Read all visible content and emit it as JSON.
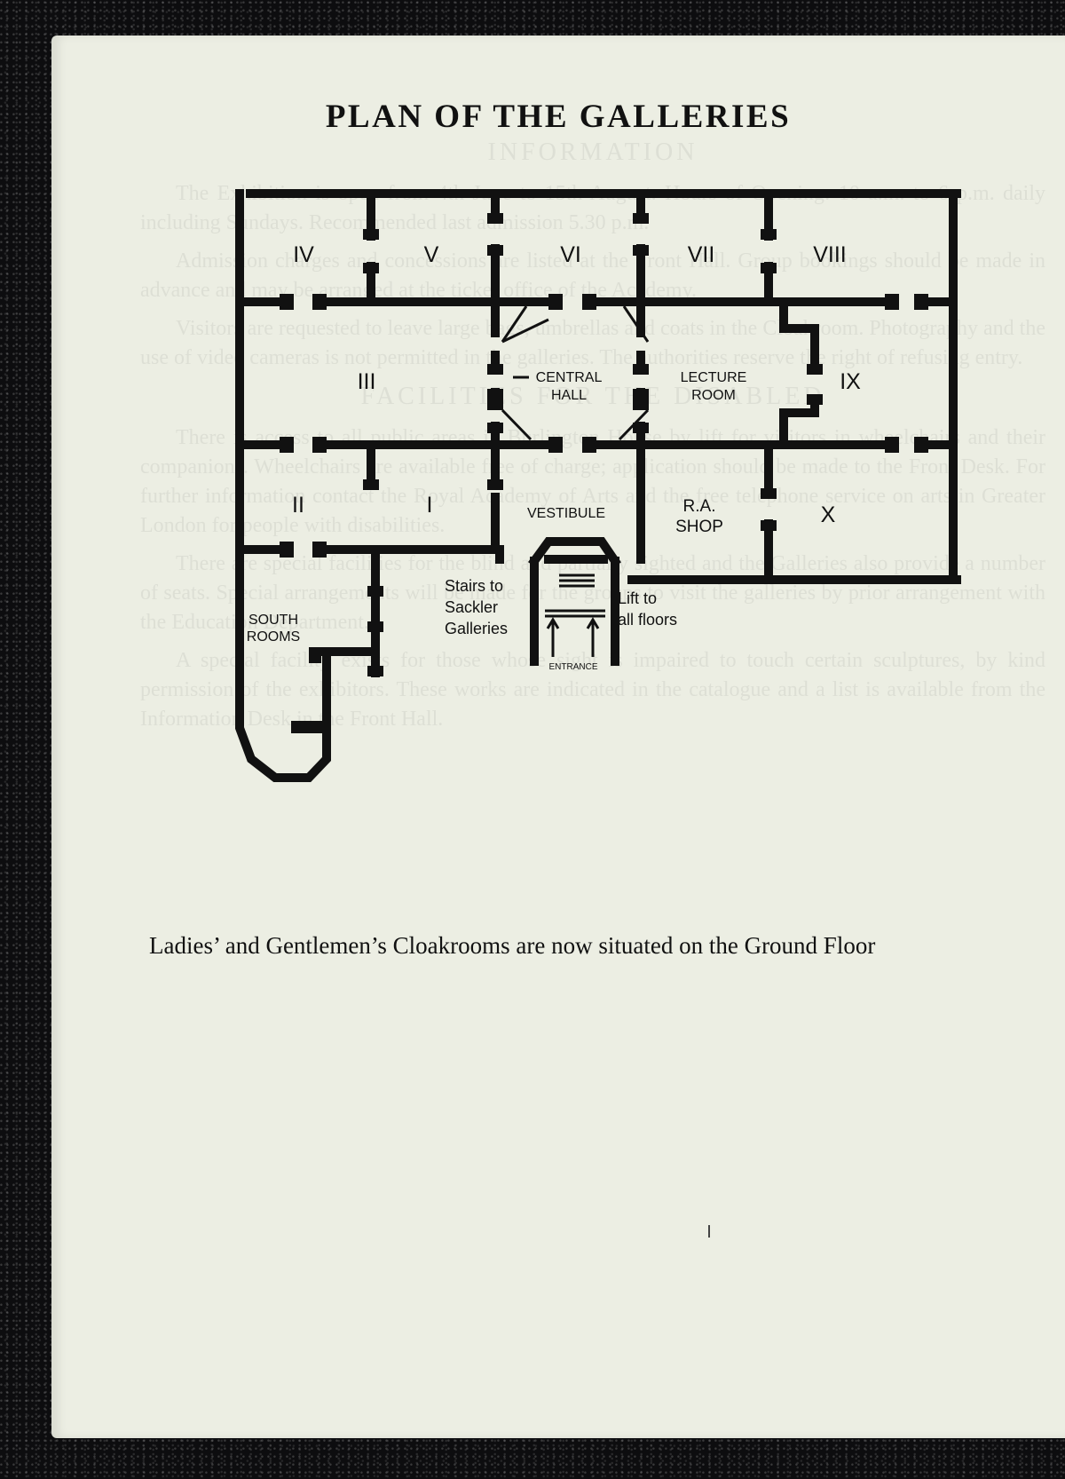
{
  "title": "PLAN OF THE GALLERIES",
  "plan": {
    "galleries": {
      "iv": "IV",
      "v": "V",
      "vi": "VI",
      "vii": "VII",
      "viii": "VIII",
      "iii": "III",
      "ix": "IX",
      "ii": "II",
      "i": "I",
      "x": "X"
    },
    "rooms": {
      "central_hall": [
        "CENTRAL",
        "HALL"
      ],
      "lecture_room": [
        "LECTURE",
        "ROOM"
      ],
      "vestibule": "VESTIBULE",
      "ra_shop": [
        "R.A.",
        "SHOP"
      ],
      "south_rooms": [
        "SOUTH",
        "ROOMS"
      ]
    },
    "stairs": [
      "Stairs to",
      "Sackler",
      "Galleries"
    ],
    "lift": [
      "Lift to",
      "all floors"
    ],
    "entrance": "ENTRANCE"
  },
  "cloakroom_note": "Ladies’ and Gentlemen’s Cloakrooms are now situated on the Ground Floor"
}
